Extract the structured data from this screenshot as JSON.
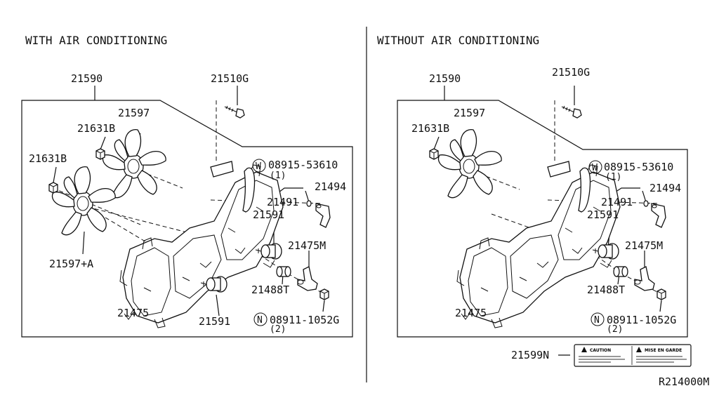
{
  "figure_id": "R214000M",
  "panels": {
    "left": {
      "title": "WITH AIR CONDITIONING",
      "labels": {
        "shroud": "21590",
        "bolt": "21510G",
        "fan_upper": "21597",
        "nut_upper": "21631B",
        "nut_lower": "21631B",
        "washer_code": "08915-53610",
        "washer_qty": "(1)",
        "bracket": "21491",
        "clip": "21494",
        "motor_upper": "21591",
        "fan_lower": "21597+A",
        "connector": "21475M",
        "spacer": "21488T",
        "frame": "21475",
        "motor_lower": "21591",
        "nut_code": "08911-1052G",
        "nut_qty": "(2)"
      }
    },
    "right": {
      "title": "WITHOUT AIR CONDITIONING",
      "labels": {
        "shroud": "21590",
        "bolt": "21510G",
        "fan_upper": "21597",
        "nut_upper": "21631B",
        "washer_code": "08915-53610",
        "washer_qty": "(1)",
        "bracket": "21491",
        "clip": "21494",
        "motor_upper": "21591",
        "connector": "21475M",
        "spacer": "21488T",
        "frame": "21475",
        "nut_code": "08911-1052G",
        "nut_qty": "(2)"
      }
    }
  },
  "caution_label": {
    "part_no": "21599N",
    "caution": "CAUTION",
    "caution_fr": "MISE EN GARDE"
  },
  "symbols": {
    "washer": "W",
    "nut": "N"
  }
}
